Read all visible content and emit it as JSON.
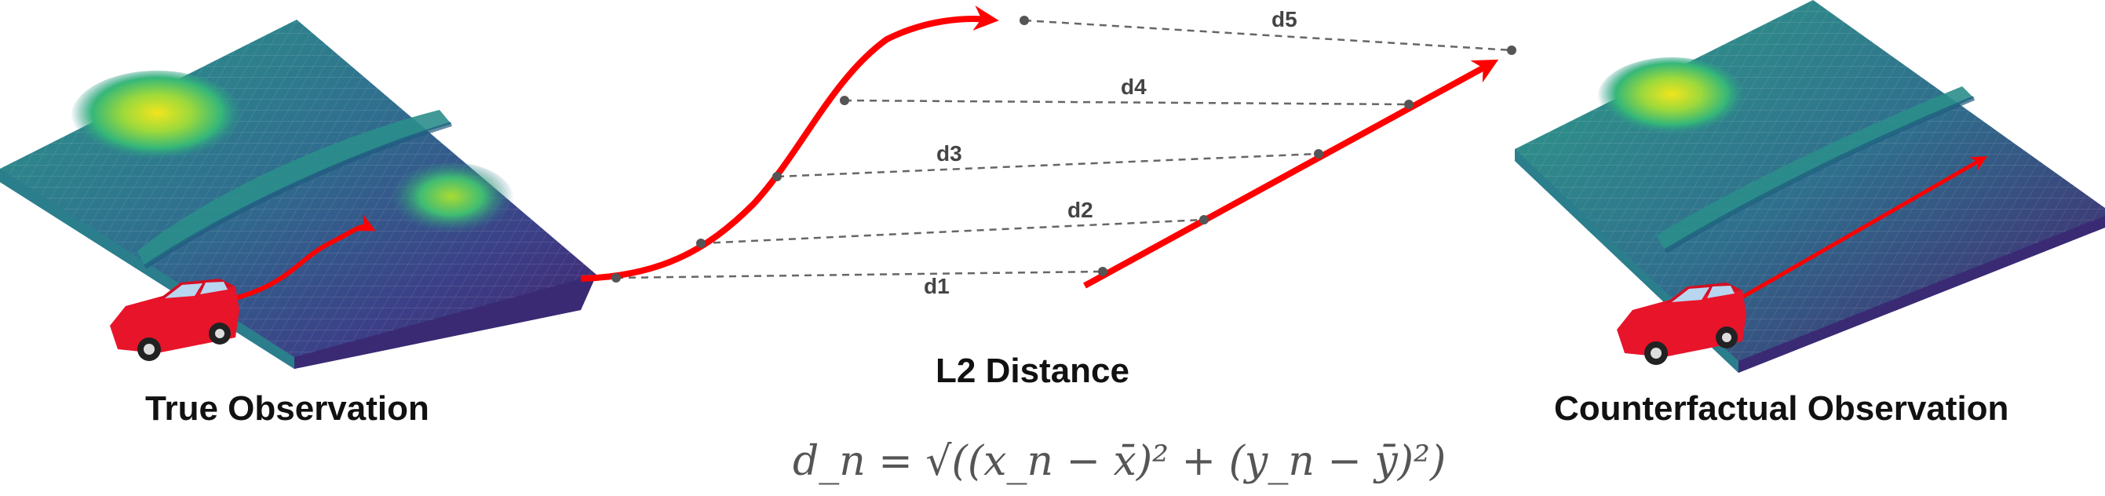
{
  "captions": {
    "left": "True Observation",
    "middle": "L2 Distance",
    "right": "Counterfactual Observation"
  },
  "distance_labels": [
    "d1",
    "d2",
    "d3",
    "d4",
    "d5"
  ],
  "formula": "d_n = √((x_n − x̄)² + (y_n − ȳ)²)",
  "colors": {
    "trajectory": "#ff0000",
    "car": "#e8142a",
    "dashed_line": "#666666",
    "surface_dark": "#3a1f6e",
    "surface_mid": "#2a8d8c",
    "surface_peak": "#e5e51e"
  },
  "icons": {
    "car": "red-car-icon",
    "surface": "viridis-height-surface"
  }
}
